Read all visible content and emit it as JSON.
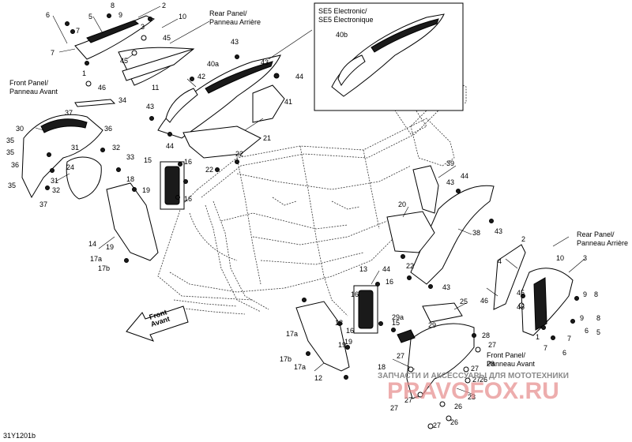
{
  "diagram_code": "31Y1201b",
  "labels": {
    "rear_panel_top": [
      "Rear Panel/",
      "Panneau Arrière"
    ],
    "front_panel_left": [
      "Front Panel/",
      "Panneau Avant"
    ],
    "se5_box": [
      "SE5 Electronic/",
      "SE5 Électronique"
    ],
    "rear_panel_right": [
      "Rear Panel/",
      "Panneau Arrière"
    ],
    "front_panel_bottom": [
      "Front Panel/",
      "Panneau Avant"
    ],
    "front_arrow": [
      "Front",
      "Avant"
    ]
  },
  "watermark": {
    "subtitle": "ЗАПЧАСТИ И АКСЕССУАРЫ ДЛЯ МОТОТЕХНИКИ",
    "brand": "PRAVOFOX.RU"
  },
  "callouts": [
    {
      "id": "c1",
      "text": "6"
    },
    {
      "id": "c2",
      "text": "5"
    },
    {
      "id": "c3",
      "text": "8"
    },
    {
      "id": "c4",
      "text": "9"
    },
    {
      "id": "c5",
      "text": "2"
    },
    {
      "id": "c6",
      "text": "10"
    },
    {
      "id": "c7",
      "text": "3"
    },
    {
      "id": "c8",
      "text": "7"
    },
    {
      "id": "c9",
      "text": "45"
    },
    {
      "id": "c10",
      "text": "7"
    },
    {
      "id": "c11",
      "text": "45"
    },
    {
      "id": "c12",
      "text": "1"
    },
    {
      "id": "c13",
      "text": "46"
    },
    {
      "id": "c14",
      "text": "11"
    },
    {
      "id": "c15",
      "text": "42"
    },
    {
      "id": "c16",
      "text": "40a"
    },
    {
      "id": "c17",
      "text": "43"
    },
    {
      "id": "c18",
      "text": "43"
    },
    {
      "id": "c19",
      "text": "44"
    },
    {
      "id": "c20",
      "text": "41"
    },
    {
      "id": "c21",
      "text": "34"
    },
    {
      "id": "c22",
      "text": "43"
    },
    {
      "id": "c23",
      "text": "44"
    },
    {
      "id": "c24",
      "text": "21"
    },
    {
      "id": "c25",
      "text": "30"
    },
    {
      "id": "c26",
      "text": "37"
    },
    {
      "id": "c27",
      "text": "36"
    },
    {
      "id": "c28",
      "text": "35"
    },
    {
      "id": "c29",
      "text": "31"
    },
    {
      "id": "c30",
      "text": "32"
    },
    {
      "id": "c31",
      "text": "35"
    },
    {
      "id": "c32",
      "text": "33"
    },
    {
      "id": "c33",
      "text": "22"
    },
    {
      "id": "c34",
      "text": "22"
    },
    {
      "id": "c35",
      "text": "36"
    },
    {
      "id": "c36",
      "text": "24"
    },
    {
      "id": "c37",
      "text": "35"
    },
    {
      "id": "c38",
      "text": "31"
    },
    {
      "id": "c39",
      "text": "32"
    },
    {
      "id": "c40",
      "text": "37"
    },
    {
      "id": "c41",
      "text": "15"
    },
    {
      "id": "c42",
      "text": "16"
    },
    {
      "id": "c43",
      "text": "18"
    },
    {
      "id": "c44",
      "text": "19"
    },
    {
      "id": "c45",
      "text": "16"
    },
    {
      "id": "c46",
      "text": "14"
    },
    {
      "id": "c47",
      "text": "19"
    },
    {
      "id": "c48",
      "text": "17a"
    },
    {
      "id": "c49",
      "text": "17b"
    },
    {
      "id": "c50",
      "text": "40b"
    },
    {
      "id": "c51",
      "text": "39"
    },
    {
      "id": "c52",
      "text": "44"
    },
    {
      "id": "c53",
      "text": "43"
    },
    {
      "id": "c54",
      "text": "20"
    },
    {
      "id": "c55",
      "text": "38"
    },
    {
      "id": "c56",
      "text": "43"
    },
    {
      "id": "c57",
      "text": "44"
    },
    {
      "id": "c58",
      "text": "22"
    },
    {
      "id": "c59",
      "text": "43"
    },
    {
      "id": "c60",
      "text": "13"
    },
    {
      "id": "c61",
      "text": "16"
    },
    {
      "id": "c62",
      "text": "15"
    },
    {
      "id": "c63",
      "text": "2"
    },
    {
      "id": "c64",
      "text": "4"
    },
    {
      "id": "c65",
      "text": "10"
    },
    {
      "id": "c66",
      "text": "3"
    },
    {
      "id": "c67",
      "text": "46"
    },
    {
      "id": "c68",
      "text": "45"
    },
    {
      "id": "c69",
      "text": "45"
    },
    {
      "id": "c70",
      "text": "9"
    },
    {
      "id": "c71",
      "text": "8"
    },
    {
      "id": "c72",
      "text": "9"
    },
    {
      "id": "c73",
      "text": "8"
    },
    {
      "id": "c74",
      "text": "1"
    },
    {
      "id": "c75",
      "text": "7"
    },
    {
      "id": "c76",
      "text": "6"
    },
    {
      "id": "c77",
      "text": "7"
    },
    {
      "id": "c78",
      "text": "5"
    },
    {
      "id": "c79",
      "text": "6"
    },
    {
      "id": "c80",
      "text": "25"
    },
    {
      "id": "c81",
      "text": "29a"
    },
    {
      "id": "c82",
      "text": "29"
    },
    {
      "id": "c83",
      "text": "18"
    },
    {
      "id": "c84",
      "text": "16"
    },
    {
      "id": "c85",
      "text": "19"
    },
    {
      "id": "c86",
      "text": "17a"
    },
    {
      "id": "c87",
      "text": "17b"
    },
    {
      "id": "c88",
      "text": "17a"
    },
    {
      "id": "c89",
      "text": "12"
    },
    {
      "id": "c90",
      "text": "19"
    },
    {
      "id": "c91",
      "text": "18"
    },
    {
      "id": "c92",
      "text": "28"
    },
    {
      "id": "c93",
      "text": "27"
    },
    {
      "id": "c94",
      "text": "28"
    },
    {
      "id": "c95",
      "text": "27"
    },
    {
      "id": "c96",
      "text": "27"
    },
    {
      "id": "c97",
      "text": "27"
    },
    {
      "id": "c98",
      "text": "26"
    },
    {
      "id": "c99",
      "text": "23"
    },
    {
      "id": "c100",
      "text": "27"
    },
    {
      "id": "c101",
      "text": "26"
    },
    {
      "id": "c102",
      "text": "27"
    },
    {
      "id": "c103",
      "text": "27"
    },
    {
      "id": "c104",
      "text": "26"
    },
    {
      "id": "c105",
      "text": "16"
    }
  ]
}
